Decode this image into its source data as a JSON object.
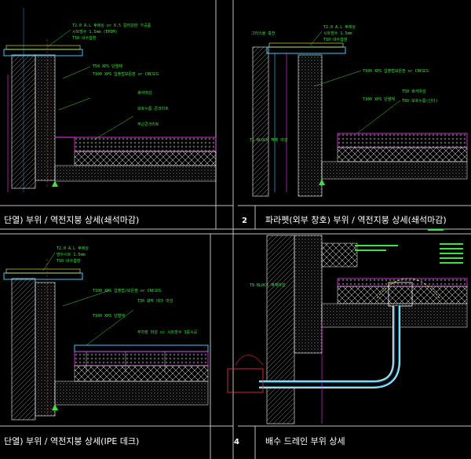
{
  "panels": [
    {
      "id": "p1",
      "title": "단열) 부위 / 역전지붕 상세(쇄석마감)",
      "number": "",
      "notes": [
        "T2.0 A.L 후레싱 or 0.5 칼라강판 가공품",
        "시트방수 1.5mm (EPDM)",
        "T10 내수합판",
        "T50 XPS 단열재",
        "T100 XPS 압출법보온판 or CNC보드",
        "쇄석마감",
        "보호누름 콘크리트",
        "무근콘크리트"
      ]
    },
    {
      "id": "p2",
      "title": "파라펫(외부 창호) 부위 / 역전지붕 상세(쇄석마감)",
      "number": "2",
      "notes": [
        "T2.0 A.L 후레싱",
        "시트방수 1.5mm",
        "T10 내수합판",
        "T100 XPS 압출법보온판 or CNC보드",
        "T50 쇄석마감",
        "T80 보호누름(신더)",
        "T100 XPS 단열재",
        "T5 BLOCK 벽체 마감"
      ]
    },
    {
      "id": "p3",
      "title": "단열) 부위 / 역전지붕 상세(IPE 데크)",
      "number": "",
      "notes": [
        "T2.0 A.L 후레싱",
        "방수시트 1.5mm",
        "T10 내수합판",
        "T100 XPS 압출법/보온판 or CNC보드",
        "T30 IPE 데크 마감",
        "T100 XPS 단열재",
        "주차장 마감 or 시트방수 3중시공"
      ]
    },
    {
      "id": "p4",
      "title": "배수 드레인 부위 상세",
      "number": "4",
      "notes": [
        "T8 BLOCK 벽체마감"
      ]
    }
  ],
  "colors": {
    "background": "#000000",
    "border": "#bfbfbf",
    "green": "#39e639",
    "cyan": "#33ccff",
    "magenta": "#ff33ff",
    "yellow": "#ffff33",
    "red": "#ff3333",
    "white": "#ffffff"
  }
}
